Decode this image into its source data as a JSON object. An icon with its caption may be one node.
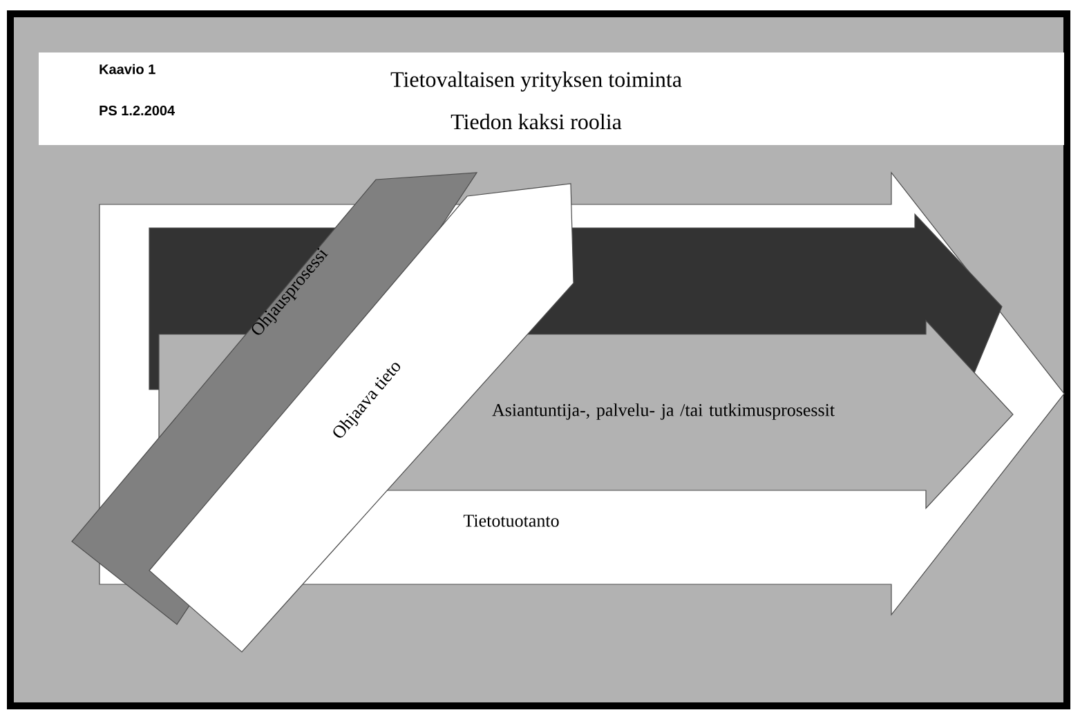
{
  "diagram": {
    "title": "Tietovaltaisen yrityksen toiminta",
    "labels": [
      "Kaavio 1",
      "PS 1.2.2004",
      "Tiedon kaksi roolia",
      "Ohjausprosessi",
      "Ohjaava tieto",
      "Asiantuntija-, palvelu- ja /tai tutkimusprosessit",
      "Tietotuotanto"
    ]
  }
}
